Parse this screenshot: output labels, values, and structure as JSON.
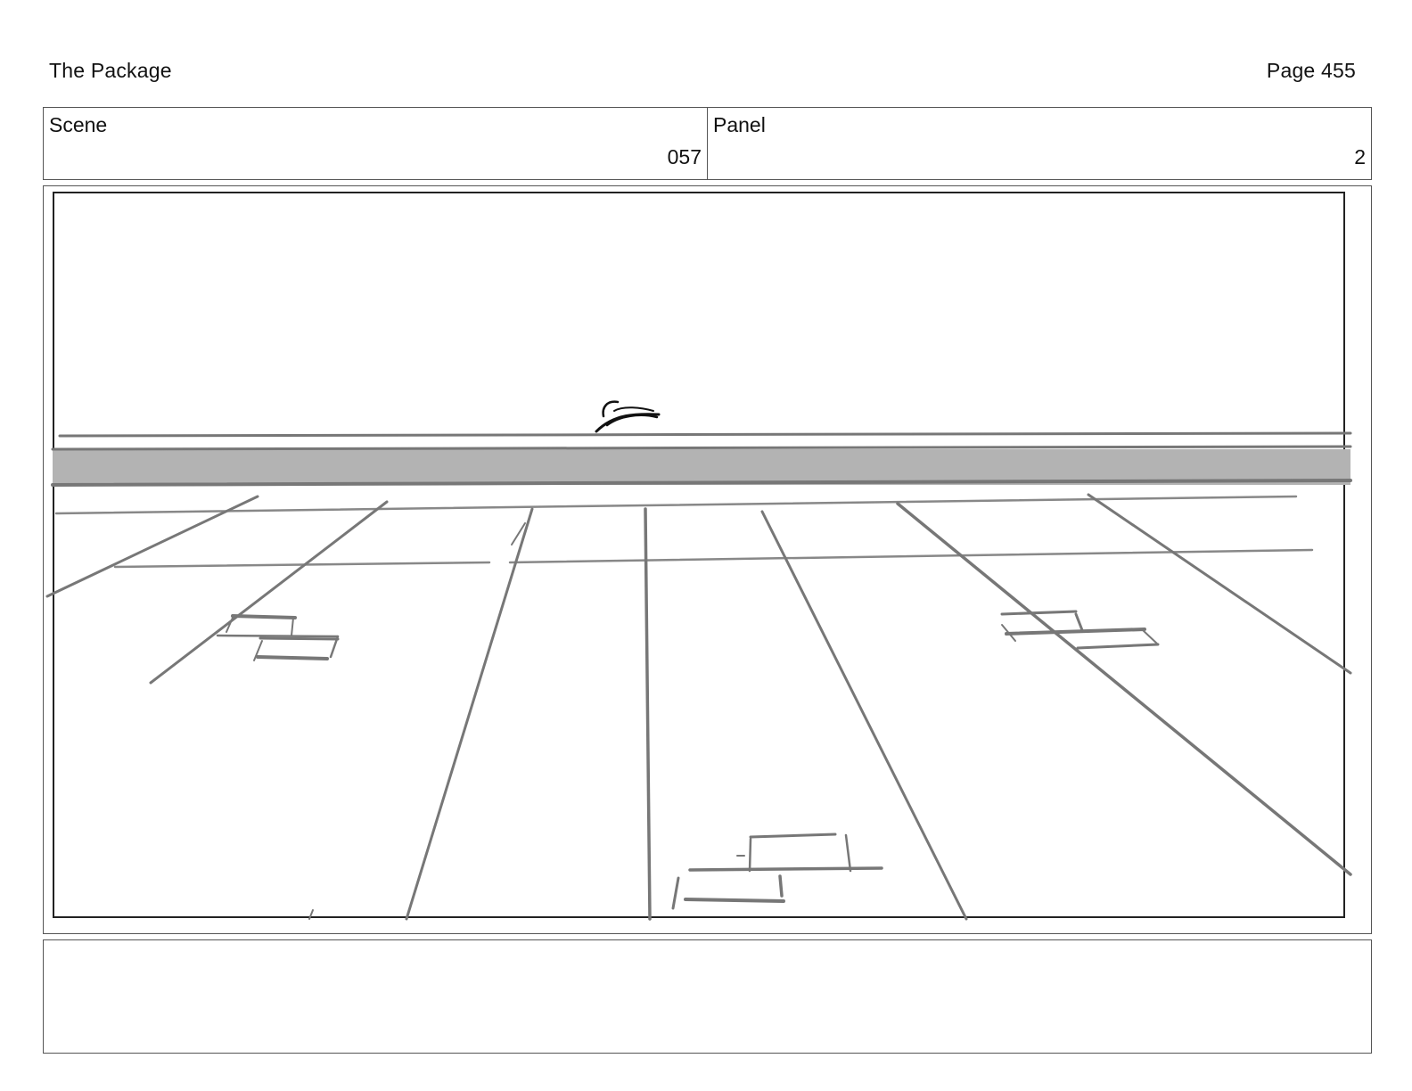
{
  "header": {
    "title": "The Package",
    "page": "Page 455"
  },
  "info": {
    "scene_label": "Scene",
    "scene_value": "057",
    "panel_label": "Panel",
    "panel_value": "2"
  },
  "notes": {
    "text": ""
  }
}
